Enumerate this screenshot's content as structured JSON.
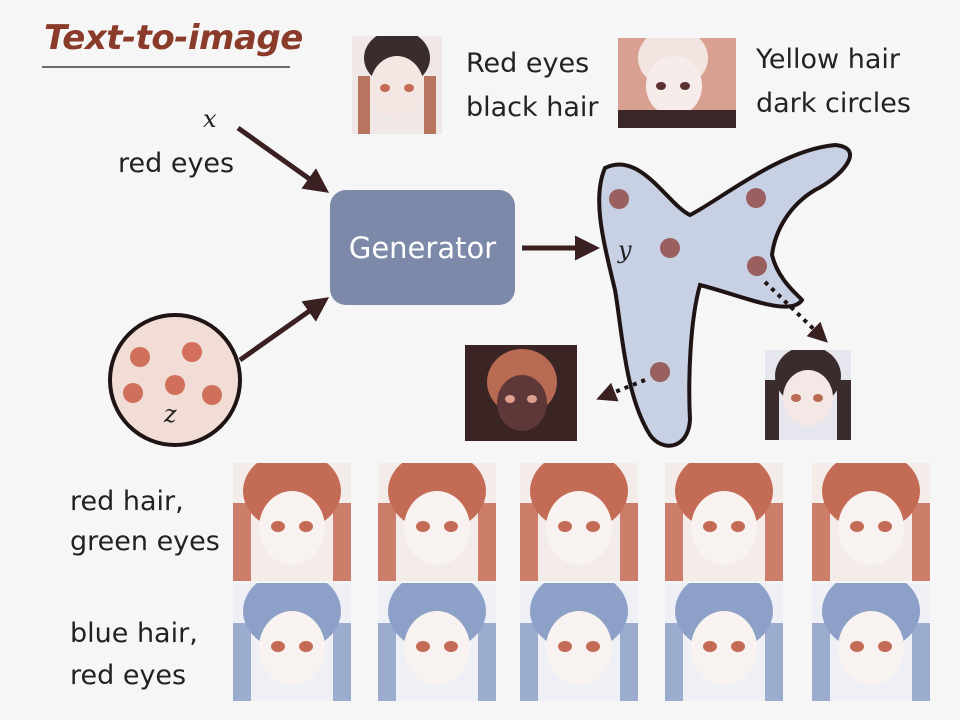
{
  "title": "Text-to-image",
  "input": {
    "x_symbol": "x",
    "x_text": "red eyes",
    "z_symbol": "z"
  },
  "generator": {
    "label": "Generator"
  },
  "output": {
    "y_symbol": "y"
  },
  "examples": [
    {
      "line1": "Red eyes",
      "line2": "black hair"
    },
    {
      "line1": "Yellow hair",
      "line2": "dark circles"
    }
  ],
  "rows": [
    {
      "line1": "red hair,",
      "line2": "green eyes",
      "tint": "#c46b55"
    },
    {
      "line1": "blue hair,",
      "line2": "red eyes",
      "tint": "#8da0c8"
    }
  ],
  "colors": {
    "accent": "#8a3b2a",
    "generator_fill": "#7d89a8",
    "blob_fill": "#c8d0e4",
    "dot_fill": "#9a6060",
    "z_dot": "#d0705a",
    "arrow": "#3a2020"
  }
}
